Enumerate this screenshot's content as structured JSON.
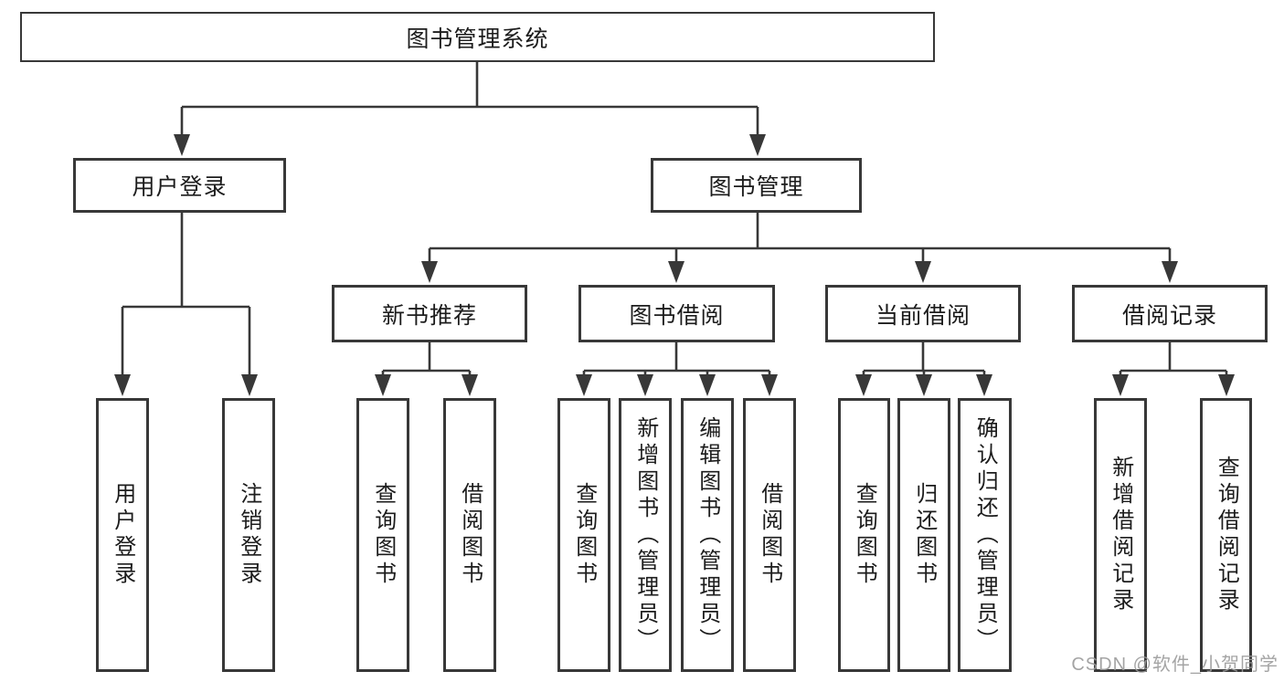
{
  "diagram": {
    "type": "hierarchy-tree",
    "root": {
      "label": "图书管理系统"
    },
    "branches": [
      {
        "label": "用户登录",
        "children": [
          {
            "label": "用户登录"
          },
          {
            "label": "注销登录"
          }
        ]
      },
      {
        "label": "图书管理",
        "groups": [
          {
            "label": "新书推荐",
            "children": [
              {
                "label": "查询图书"
              },
              {
                "label": "借阅图书"
              }
            ]
          },
          {
            "label": "图书借阅",
            "children": [
              {
                "label": "查询图书"
              },
              {
                "label": "新增图书（管理员）"
              },
              {
                "label": "编辑图书（管理员）"
              },
              {
                "label": "借阅图书"
              }
            ]
          },
          {
            "label": "当前借阅",
            "children": [
              {
                "label": "查询图书"
              },
              {
                "label": "归还图书"
              },
              {
                "label": "确认归还（管理员）"
              }
            ]
          },
          {
            "label": "借阅记录",
            "children": [
              {
                "label": "新增借阅记录"
              },
              {
                "label": "查询借阅记录"
              }
            ]
          }
        ]
      }
    ]
  },
  "watermark": {
    "text": "CSDN @软件_小贺同学"
  },
  "colors": {
    "line": "#383838",
    "text": "#1c1c1c",
    "background": "#ffffff",
    "watermark": "#9b9b9b"
  }
}
